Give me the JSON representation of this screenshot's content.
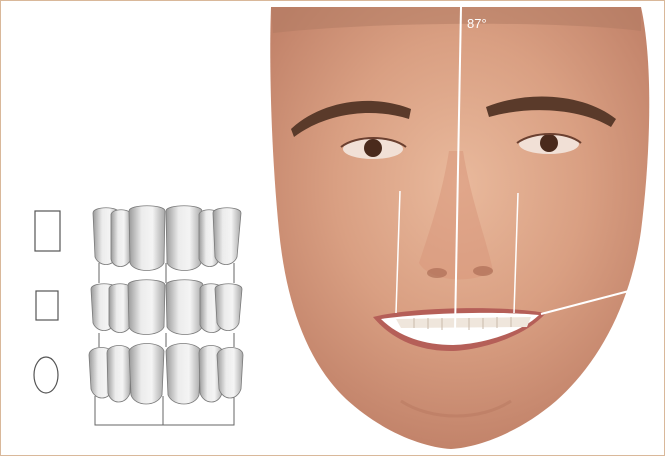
{
  "figure": {
    "midline_angle_label": "87°"
  },
  "tooth_shape_options": [
    {
      "shape": "rectangular"
    },
    {
      "shape": "square"
    },
    {
      "shape": "oval"
    }
  ]
}
